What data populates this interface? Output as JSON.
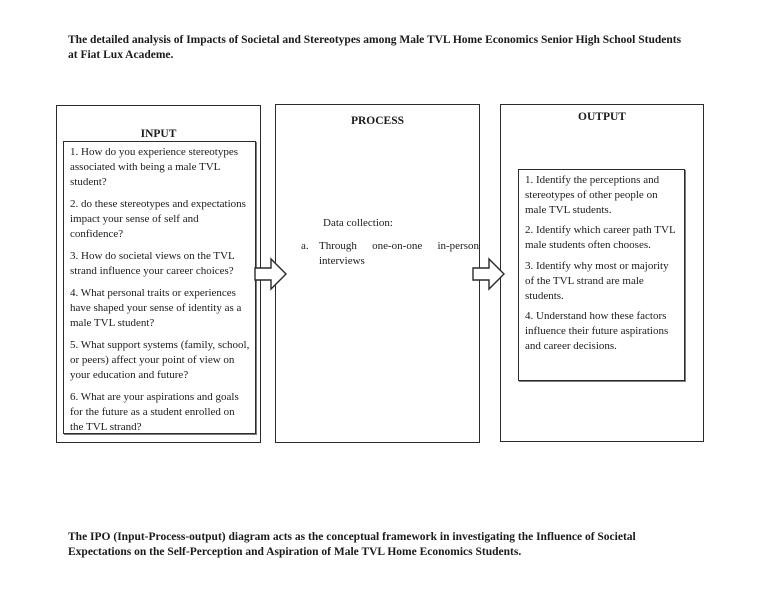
{
  "header": {
    "title_lines": [
      "The detailed analysis of Impacts of Societal and Stereotypes among Male TVL Home Economics Senior High School Students",
      "at Fiat Lux Academe."
    ]
  },
  "diagram": {
    "input": {
      "heading": "INPUT",
      "items": [
        "1. How do you experience stereotypes associated with being a male TVL student?",
        "2. do these stereotypes and expectations impact your sense of self and confidence?",
        "3. How do societal views on the TVL strand influence your career choices?",
        "4. What personal traits or experiences have shaped your sense of identity as a male TVL student?",
        "5. What support systems (family, school, or peers) affect your point of view on your education and future?",
        "6. What are your aspirations and goals for the future as a student enrolled on the TVL strand?"
      ]
    },
    "process": {
      "heading": "PROCESS",
      "intro": "Data collection:",
      "list": [
        {
          "marker": "a.",
          "text": "Through one-on-one in-person interviews"
        }
      ]
    },
    "output": {
      "heading": "OUTPUT",
      "items": [
        "1. Identify the perceptions and stereotypes of other people on male TVL students.",
        "2. Identify which career path TVL male students often chooses.",
        "3. Identify why most or majority of the TVL strand are male students.",
        "4. Understand how these factors influence their future aspirations and career decisions."
      ]
    }
  },
  "caption": {
    "lines": [
      "The IPO (Input-Process-output) diagram acts as the conceptual framework in investigating the Influence of Societal",
      "Expectations on the Self-Perception and Aspiration of Male TVL Home Economics Students."
    ]
  },
  "icons": {
    "flow_arrow": "block-arrow-right"
  },
  "colors": {
    "background": "#ffffff",
    "text": "#1b1b1b",
    "border": "#2b2b2b"
  }
}
